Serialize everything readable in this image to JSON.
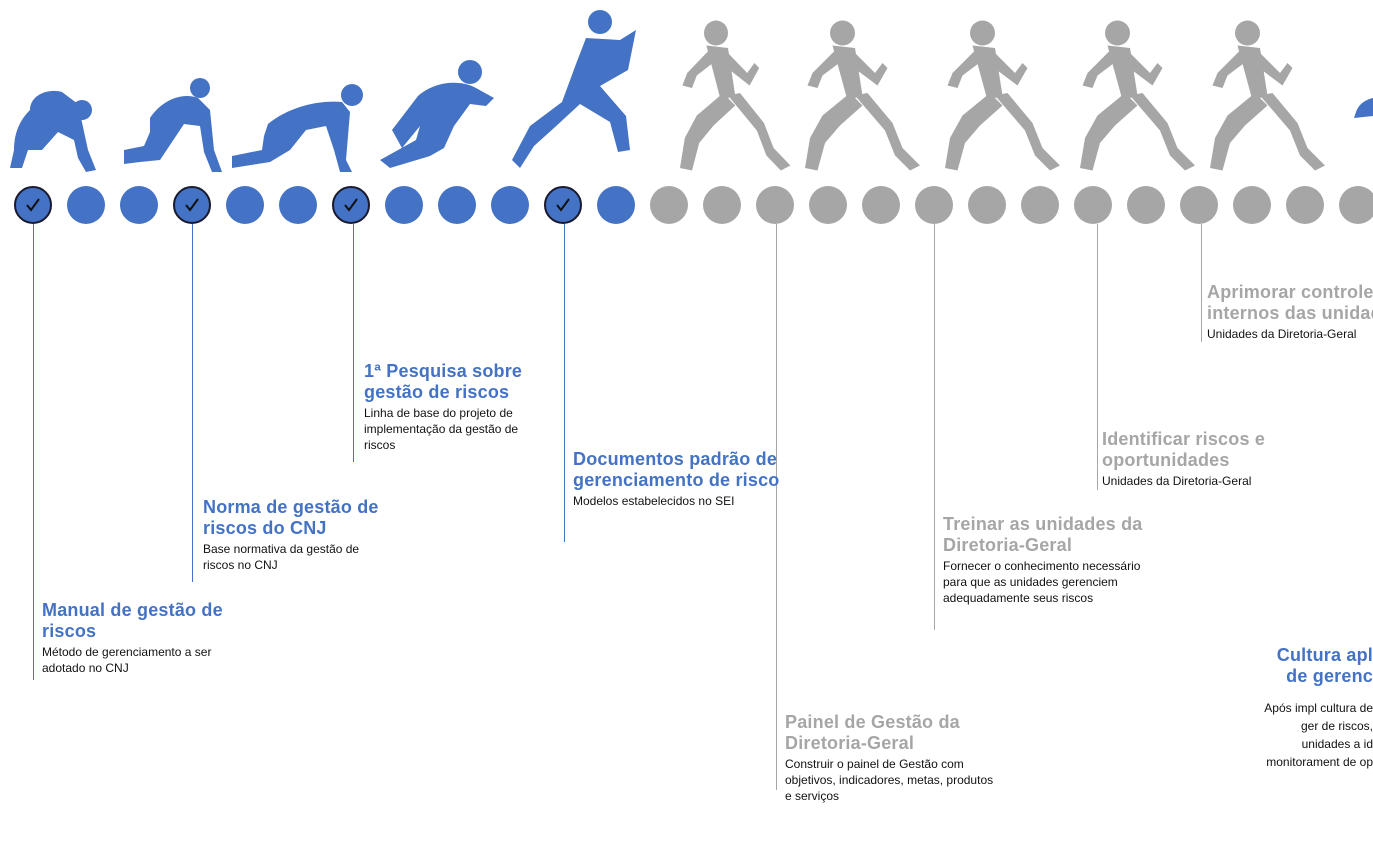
{
  "colors": {
    "done": "#4472c4",
    "pending": "#a6a6a6",
    "check_border": "#1a1a2e"
  },
  "timeline": {
    "dots": [
      {
        "state": "check"
      },
      {
        "state": "blue"
      },
      {
        "state": "blue"
      },
      {
        "state": "check"
      },
      {
        "state": "blue"
      },
      {
        "state": "blue"
      },
      {
        "state": "check"
      },
      {
        "state": "blue"
      },
      {
        "state": "blue"
      },
      {
        "state": "blue"
      },
      {
        "state": "check"
      },
      {
        "state": "blue"
      },
      {
        "state": "gray"
      },
      {
        "state": "gray"
      },
      {
        "state": "gray"
      },
      {
        "state": "gray"
      },
      {
        "state": "gray"
      },
      {
        "state": "gray"
      },
      {
        "state": "gray"
      },
      {
        "state": "gray"
      },
      {
        "state": "gray"
      },
      {
        "state": "gray"
      },
      {
        "state": "gray"
      },
      {
        "state": "gray"
      },
      {
        "state": "gray"
      },
      {
        "state": "gray"
      }
    ],
    "milestones": [
      {
        "title": "Manual de gestão de riscos",
        "desc": "Método de gerenciamento a ser adotado no CNJ",
        "status": "done"
      },
      {
        "title": "Norma de gestão de riscos do CNJ",
        "desc": "Base normativa da gestão de riscos no CNJ",
        "status": "done"
      },
      {
        "title": "1ª Pesquisa sobre gestão de riscos",
        "desc": "Linha de base do projeto de implementação da gestão de riscos",
        "status": "done"
      },
      {
        "title": "Documentos padrão de gerenciamento de risco",
        "desc": "Modelos estabelecidos no SEI",
        "status": "done"
      },
      {
        "title": "Painel de Gestão da Diretoria-Geral",
        "desc": "Construir o painel de Gestão com objetivos, indicadores, metas, produtos e serviços",
        "status": "pending"
      },
      {
        "title": "Treinar as unidades da Diretoria-Geral",
        "desc": "Fornecer o conhecimento necessário para que as unidades gerenciem adequadamente seus riscos",
        "status": "pending"
      },
      {
        "title": "Identificar riscos e oportunidades",
        "desc": "Unidades da Diretoria-Geral",
        "status": "pending"
      },
      {
        "title": "Aprimorar controles internos das unidades",
        "desc": "Unidades da Diretoria-Geral",
        "status": "pending"
      },
      {
        "title": "Cultura apl de gerenc",
        "desc": "Após impl cultura de ger de riscos, unidades a id monitorament de op",
        "status": "done"
      }
    ]
  },
  "icons": {
    "runner": "runner-silhouette-icon",
    "check": "check-icon"
  }
}
